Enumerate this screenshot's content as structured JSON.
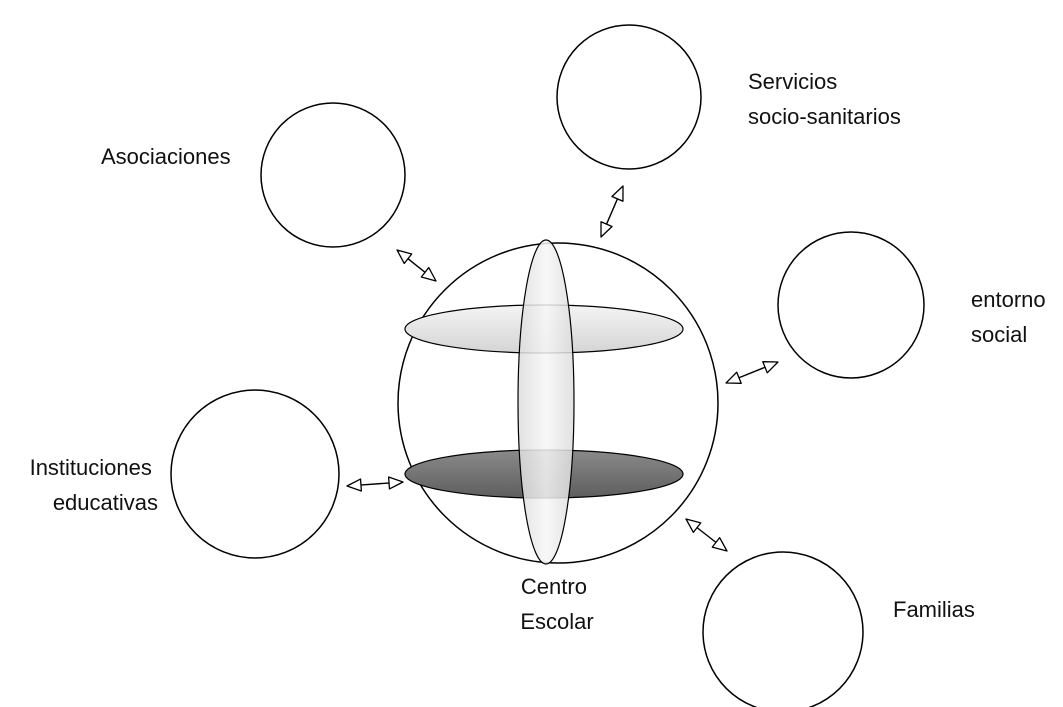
{
  "diagram": {
    "center_label": [
      "Centro",
      "Escolar"
    ],
    "nodes": [
      {
        "id": "asociaciones",
        "label": [
          "Asociaciones"
        ]
      },
      {
        "id": "servicios",
        "label": [
          "Servicios",
          "socio-sanitarios"
        ]
      },
      {
        "id": "entorno",
        "label": [
          "entorno",
          "social"
        ]
      },
      {
        "id": "instituciones",
        "label": [
          "Instituciones",
          "educativas"
        ]
      },
      {
        "id": "familias",
        "label": [
          "Familias"
        ]
      }
    ],
    "colors": {
      "stroke": "#000000",
      "upper_ring": "#e4e4e4",
      "vertical_ring": "#ececec",
      "lower_ring": "#7a7a7a",
      "background": "#ffffff"
    }
  }
}
